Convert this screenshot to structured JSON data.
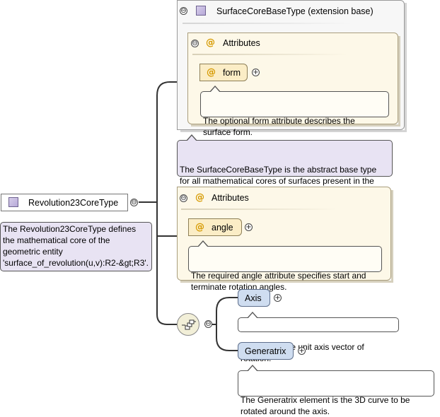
{
  "root": {
    "name": "Revolution23CoreType",
    "annotation": "The Revolution23CoreType defines\nthe mathematical core of the\ngeometric entity\n'surface_of_revolution(u,v):R2-&gt;R3'."
  },
  "base": {
    "title": "SurfaceCoreBaseType (extension base)",
    "attributes_label": "Attributes",
    "attribute": {
      "name": "form",
      "annotation": "The optional form attribute describes the\nsurface form."
    },
    "annotation": "The SurfaceCoreBaseType is the abstract base type\nfor all mathematical cores of surfaces present in the\nCAD scene."
  },
  "own_attributes": {
    "label": "Attributes",
    "attribute": {
      "name": "angle",
      "annotation": "The required angle attribute specifies start and\nterminate rotation angles."
    }
  },
  "sequence": {
    "elements": [
      {
        "name": "Axis",
        "annotation": "The Axis is the unit axis vector of rotation."
      },
      {
        "name": "Generatrix",
        "annotation": "The Generatrix element is the 3D curve to be\nrotated around the axis."
      }
    ]
  },
  "symbols": {
    "collapse": "⊖",
    "expand": "+",
    "attribute_marker": "@"
  },
  "colors": {
    "type_fill": "#d6cdea",
    "attribute_fill": "#fbedc6",
    "element_fill": "#cfddf0",
    "annotation_purple": "#e8e3f3",
    "attribute_group_fill": "#fdf8e8"
  }
}
